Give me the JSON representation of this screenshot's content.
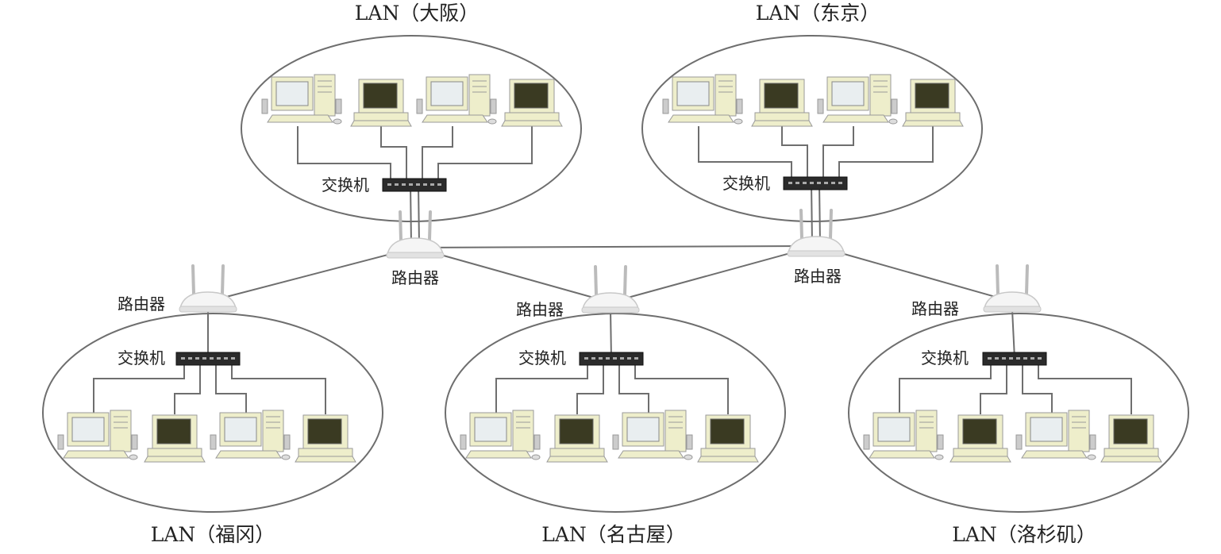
{
  "lans": [
    {
      "id": "osaka",
      "title": "LAN（大阪）",
      "switch_label": "交换机",
      "router_label": "路由器"
    },
    {
      "id": "tokyo",
      "title": "LAN（东京）",
      "switch_label": "交换机",
      "router_label": "路由器"
    },
    {
      "id": "fukuoka",
      "title": "LAN（福冈）",
      "switch_label": "交换机",
      "router_label": "路由器"
    },
    {
      "id": "nagoya",
      "title": "LAN（名古屋）",
      "switch_label": "交换机",
      "router_label": "路由器"
    },
    {
      "id": "losangeles",
      "title": "LAN（洛杉矶）",
      "switch_label": "交换机",
      "router_label": "路由器"
    }
  ],
  "links": [
    [
      "osaka",
      "tokyo"
    ],
    [
      "osaka",
      "fukuoka"
    ],
    [
      "osaka",
      "nagoya"
    ],
    [
      "tokyo",
      "nagoya"
    ],
    [
      "tokyo",
      "losangeles"
    ]
  ],
  "computers_per_lan": 4,
  "colors": {
    "line": "#6e6e6e",
    "case": "#eeeecb",
    "screen_dark": "#3a3a22",
    "screen_light": "#e9eef0",
    "switch": "#2b2b2b",
    "router": "#f5f5f5"
  }
}
